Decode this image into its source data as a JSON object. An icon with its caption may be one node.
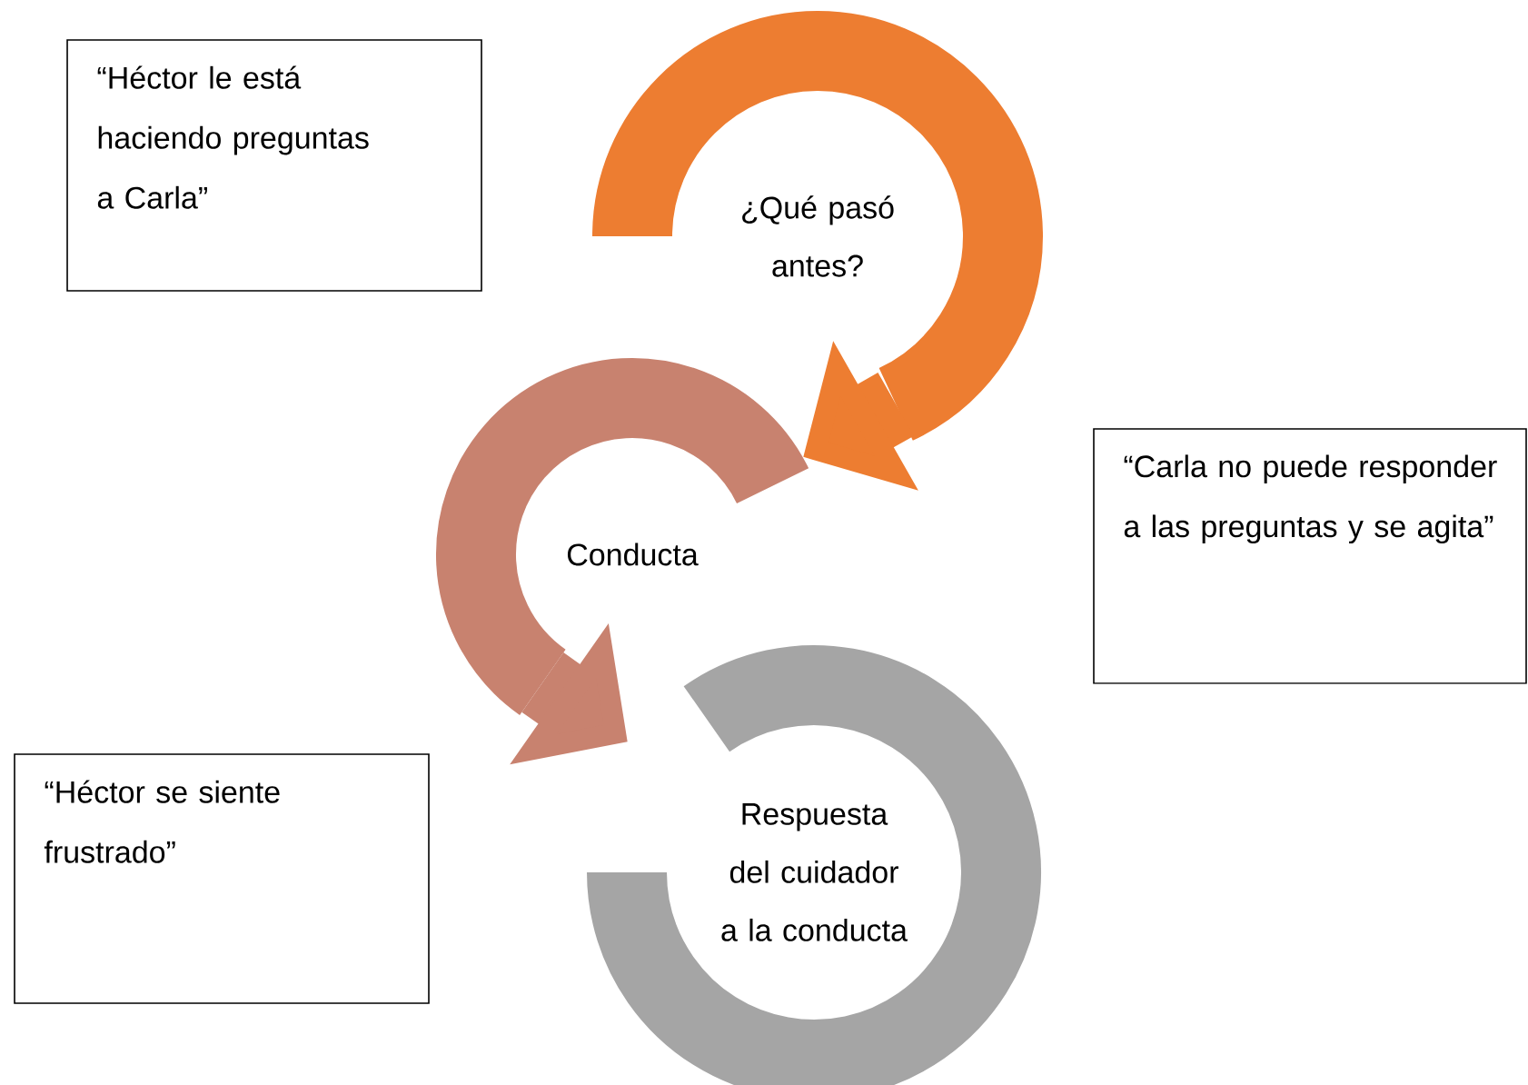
{
  "diagram": {
    "nodes": [
      {
        "text": [
          "“Héctor le está haciendo preguntas a Carla”"
        ]
      },
      {
        "text": [
          "¿Qué pasó antes?"
        ]
      },
      {
        "text": [
          "Conducta"
        ]
      },
      {
        "text": [
          "“Carla no puede responder a las preguntas y se agita”"
        ]
      },
      {
        "text": [
          "“Héctor se siente frustrado”"
        ]
      },
      {
        "text": [
          "Respuesta del cuidador a la conducta"
        ]
      }
    ],
    "edges": [
      {
        "from": 1,
        "to": 2,
        "arrow": "to",
        "color": "#ed7d31"
      },
      {
        "from": 2,
        "to": 5,
        "arrow": "to",
        "color": "#c8826f"
      }
    ]
  }
}
